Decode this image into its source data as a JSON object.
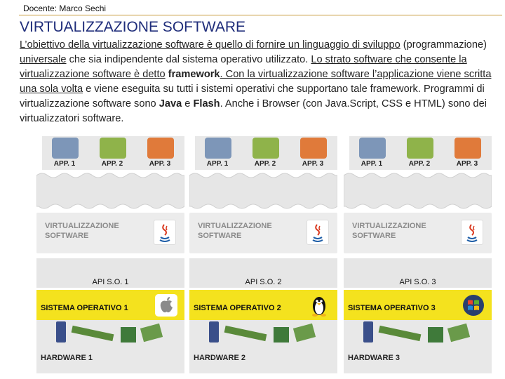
{
  "header": {
    "teacher": "Docente: Marco Sechi"
  },
  "title": "VIRTUALIZZAZIONE SOFTWARE",
  "paragraph": {
    "p1": "L’obiettivo della virtualizzazione software è quello di fornire un linguaggio di sviluppo",
    "p2": "(programmazione)",
    "p3": "universale",
    "p4": "che sia indipendente dal sistema operativo utilizzato.",
    "p5": "Lo strato software che consente la virtualizzazione software è detto",
    "p6": "framework",
    "p7": ". Con la virtualizzazione software l’applicazione viene scritta una sola volta",
    "p8": "e viene eseguita su tutti i sistemi operativi che supportano tale framework. Programmi di virtualizzazione software sono",
    "p9": "Java",
    "p10": "e",
    "p11": "Flash",
    "p12": ". Anche i Browser (con Java.Script, CSS e HTML) sono dei virtualizzatori software."
  },
  "columns": [
    {
      "apps": [
        "APP. 1",
        "APP. 2",
        "APP. 3"
      ],
      "virt": [
        "VIRTUALIZZAZIONE",
        "SOFTWARE"
      ],
      "api": "API S.O. 1",
      "os": "SISTEMA OPERATIVO 1",
      "os_icon": "apple-icon",
      "hw": "HARDWARE 1"
    },
    {
      "apps": [
        "APP. 1",
        "APP. 2",
        "APP. 3"
      ],
      "virt": [
        "VIRTUALIZZAZIONE",
        "SOFTWARE"
      ],
      "api": "API S.O. 2",
      "os": "SISTEMA OPERATIVO 2",
      "os_icon": "linux-penguin-icon",
      "hw": "HARDWARE 2"
    },
    {
      "apps": [
        "APP. 1",
        "APP. 2",
        "APP. 3"
      ],
      "virt": [
        "VIRTUALIZZAZIONE",
        "SOFTWARE"
      ],
      "api": "API S.O. 3",
      "os": "SISTEMA OPERATIVO 3",
      "os_icon": "windows-icon",
      "hw": "HARDWARE 3"
    }
  ],
  "colors": {
    "title": "#1f2d7a",
    "os_bar": "#f4e21e",
    "app1": "#7d96b8",
    "app2": "#8fb34a",
    "app3": "#e07a3a",
    "accent_line": "#c89a3a"
  }
}
